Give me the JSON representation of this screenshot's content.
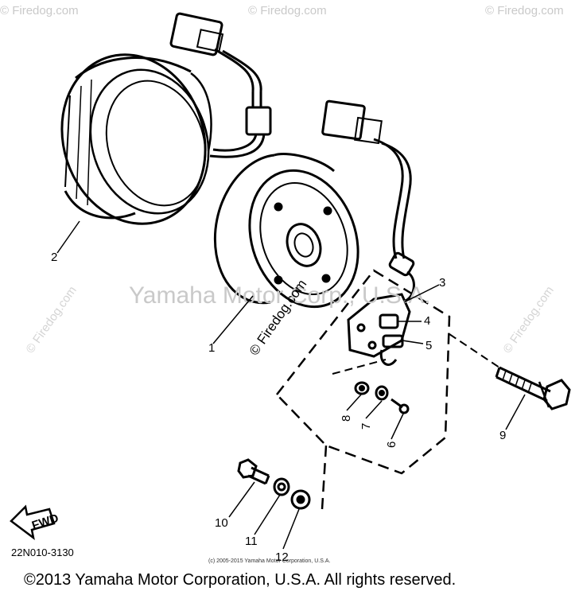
{
  "watermarks": {
    "corner": "© Firedog.com",
    "center_brand": "Yamaha Motor Corp., U.S.A.",
    "center_dark": "© Firedog.com"
  },
  "callouts": [
    "1",
    "2",
    "3",
    "4",
    "5",
    "6",
    "7",
    "8",
    "9",
    "10",
    "11",
    "12"
  ],
  "fwd_label": "FWD",
  "diagram_ref": "22N010-3130",
  "small_copyright": "(c) 2005-2015 Yamaha Motor Corporation, U.S.A.",
  "footer": "©2013 Yamaha Motor Corporation, U.S.A. All rights reserved."
}
